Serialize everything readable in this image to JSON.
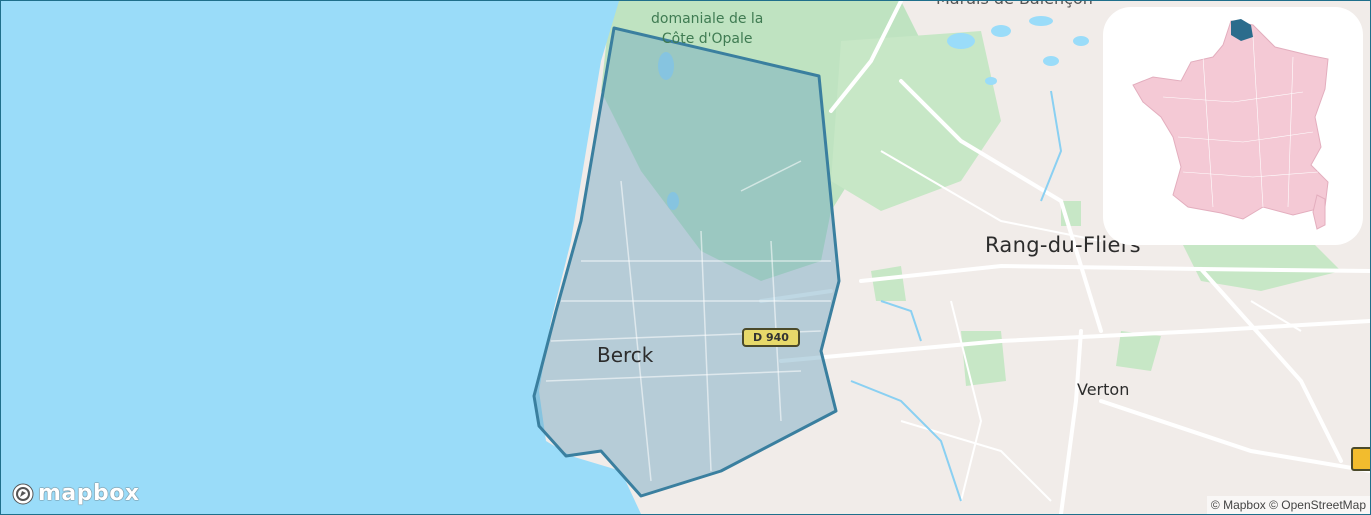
{
  "map": {
    "places": {
      "berck": "Berck",
      "rang_du_fliers": "Rang-du-Fliers",
      "verton": "Verton",
      "forest_line1": "domaniale de la",
      "forest_line2": "Côte d'Opale",
      "top_partial": "Marais de Balençon"
    },
    "road_shield": "D 940",
    "attribution": "© Mapbox © OpenStreetMap",
    "logo": "mapbox",
    "colors": {
      "sea": "#9adcf9",
      "land": "#f1ece9",
      "green": "#bfe3c1",
      "polygon_fill": "#6fa7c1",
      "polygon_stroke": "#3a7f9f",
      "highlight_region": "#2b6c8c",
      "france_fill": "#f4c9d5"
    }
  },
  "inset": {
    "name": "France locator map",
    "highlighted": "Pas-de-Calais"
  }
}
